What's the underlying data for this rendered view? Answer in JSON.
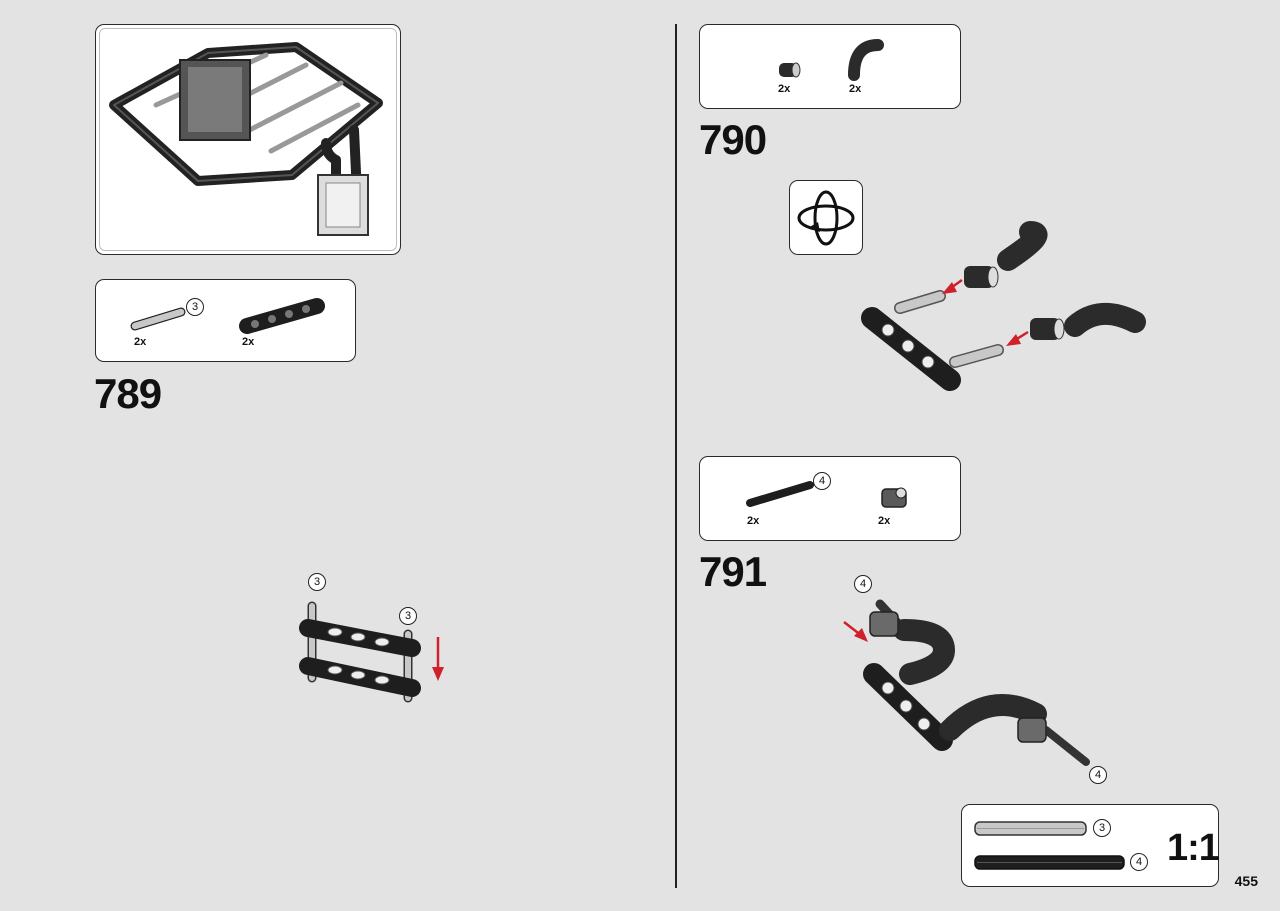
{
  "page": {
    "number": "455"
  },
  "step789": {
    "number": "789",
    "parts": [
      {
        "qty": "2x",
        "size": "3",
        "icon": "axle-3-icon"
      },
      {
        "qty": "2x",
        "icon": "beam-5-icon"
      }
    ],
    "callouts": [
      "3",
      "3"
    ]
  },
  "step790": {
    "number": "790",
    "parts": [
      {
        "qty": "2x",
        "icon": "bush-icon"
      },
      {
        "qty": "2x",
        "icon": "curved-tube-icon"
      }
    ],
    "rotate_icon": "rotate-model-icon"
  },
  "step791": {
    "number": "791",
    "parts": [
      {
        "qty": "2x",
        "size": "4",
        "icon": "axle-4-icon"
      },
      {
        "qty": "2x",
        "icon": "cross-block-icon"
      }
    ],
    "callouts": [
      "4",
      "4"
    ]
  },
  "scale_box": {
    "ratio": "1:1",
    "rulers": [
      {
        "size": "3"
      },
      {
        "size": "4"
      }
    ]
  },
  "colors": {
    "arrow": "#d0202a",
    "part_dark": "#2b2b2b",
    "part_light": "#b8b8b8"
  }
}
